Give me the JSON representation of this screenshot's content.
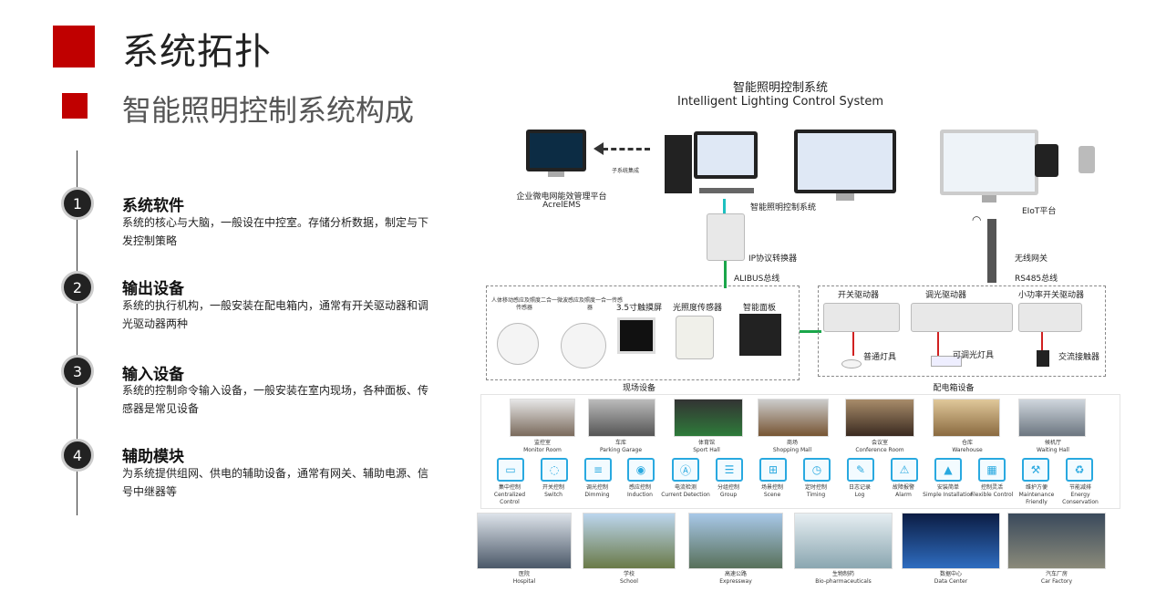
{
  "header": {
    "title": "系统拓扑",
    "subtitle": "智能照明控制系统构成"
  },
  "steps": [
    {
      "num": "1",
      "title": "系统软件",
      "desc": "系统的核心与大脑，一般设在中控室。存储分析数据，制定与下发控制策略"
    },
    {
      "num": "2",
      "title": "输出设备",
      "desc": "系统的执行机构，一般安装在配电箱内，通常有开关驱动器和调光驱动器两种"
    },
    {
      "num": "3",
      "title": "输入设备",
      "desc": "系统的控制命令输入设备，一般安装在室内现场，各种面板、传感器是常见设备"
    },
    {
      "num": "4",
      "title": "辅助模块",
      "desc": "为系统提供组网、供电的辅助设备，通常有网关、辅助电源、信号中继器等"
    }
  ],
  "diagram": {
    "title_cn": "智能照明控制系统",
    "title_en": "Intelligent Lighting Control System",
    "subsystem_label": "子系统集成",
    "ems_label_1": "企业微电网能效管理平台",
    "ems_label_2": "AcrelEMS",
    "control_system_label": "智能照明控制系统",
    "eiot_label": "EIoT平台",
    "ip_converter_label": "IP协议转换器",
    "alibus_label": "ALIBUS总线",
    "wireless_gateway_label": "无线网关",
    "rs485_label": "RS485总线",
    "field_devices": [
      {
        "name": "人体移动感应及照度二合一传感器"
      },
      {
        "name": "微波感应及照度一合一传感器"
      },
      {
        "name": "3.5寸触摸屏"
      },
      {
        "name": "光照度传感器"
      },
      {
        "name": "智能面板"
      }
    ],
    "field_label": "现场设备",
    "drivers": [
      {
        "name": "开关驱动器"
      },
      {
        "name": "调光驱动器"
      },
      {
        "name": "小功率开关驱动器"
      }
    ],
    "loads": [
      {
        "name": "普通灯具"
      },
      {
        "name": "可调光灯具"
      },
      {
        "name": "交流接触器"
      }
    ],
    "box_label": "配电箱设备",
    "scenes": [
      {
        "cn": "监控室",
        "en": "Monitor Room"
      },
      {
        "cn": "车库",
        "en": "Parking Garage"
      },
      {
        "cn": "体育馆",
        "en": "Sport Hall"
      },
      {
        "cn": "商场",
        "en": "Shopping Mall"
      },
      {
        "cn": "会议室",
        "en": "Conference Room"
      },
      {
        "cn": "仓库",
        "en": "Warehouse"
      },
      {
        "cn": "候机厅",
        "en": "Waiting Hall"
      }
    ],
    "functions": [
      {
        "cn": "集中控制",
        "en": "Centralized Control",
        "icon": "monitor-icon",
        "glyph": "▭"
      },
      {
        "cn": "开关控制",
        "en": "Switch",
        "icon": "bulb-icon",
        "glyph": "◌"
      },
      {
        "cn": "调光控制",
        "en": "Dimming",
        "icon": "slider-icon",
        "glyph": "≡"
      },
      {
        "cn": "感应控制",
        "en": "Induction",
        "icon": "sensor-icon",
        "glyph": "◉"
      },
      {
        "cn": "电流检测",
        "en": "Current Detection",
        "icon": "ammeter-icon",
        "glyph": "Ⓐ"
      },
      {
        "cn": "分组控制",
        "en": "Group",
        "icon": "list-icon",
        "glyph": "☰"
      },
      {
        "cn": "场景控制",
        "en": "Scene",
        "icon": "grid-icon",
        "glyph": "⊞"
      },
      {
        "cn": "定时控制",
        "en": "Timing",
        "icon": "clock-icon",
        "glyph": "◷"
      },
      {
        "cn": "日志记录",
        "en": "Log",
        "icon": "log-icon",
        "glyph": "✎"
      },
      {
        "cn": "故障报警",
        "en": "Alarm",
        "icon": "alarm-icon",
        "glyph": "⚠"
      },
      {
        "cn": "安装简单",
        "en": "Simple Installation",
        "icon": "triangle-icon",
        "glyph": "▲"
      },
      {
        "cn": "控制灵活",
        "en": "Flexible Control",
        "icon": "table-icon",
        "glyph": "▦"
      },
      {
        "cn": "维护方便",
        "en": "Maintenance Friendly",
        "icon": "tools-icon",
        "glyph": "⚒"
      },
      {
        "cn": "节能减排",
        "en": "Energy Conservation",
        "icon": "recycle-icon",
        "glyph": "♻"
      }
    ],
    "applications": [
      {
        "cn": "医院",
        "en": "Hospital"
      },
      {
        "cn": "学校",
        "en": "School"
      },
      {
        "cn": "高速公路",
        "en": "Expressway"
      },
      {
        "cn": "生物制药",
        "en": "Bio-pharmaceuticals"
      },
      {
        "cn": "数据中心",
        "en": "Data Center"
      },
      {
        "cn": "汽车厂房",
        "en": "Car Factory"
      }
    ]
  }
}
